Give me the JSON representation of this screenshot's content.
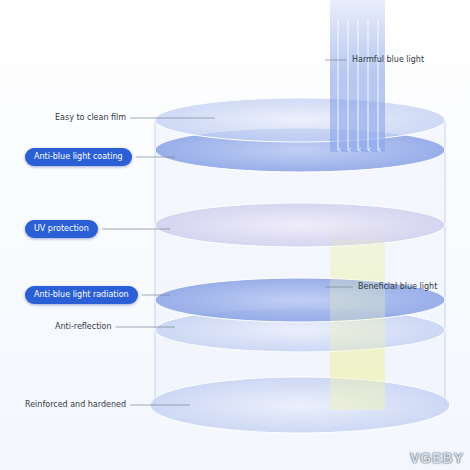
{
  "diagram": {
    "nodes": [
      {
        "text": [
          "Anti-blue light coating"
        ]
      },
      {
        "text": [
          "UV protection"
        ]
      },
      {
        "text": [
          "Anti-blue light radiation"
        ]
      }
    ],
    "labels": [
      "Harmful blue light",
      "Easy to clean film",
      "Beneficial blue light",
      "Anti-reflection",
      "Reinforced and hardened",
      "VGEBY"
    ]
  }
}
